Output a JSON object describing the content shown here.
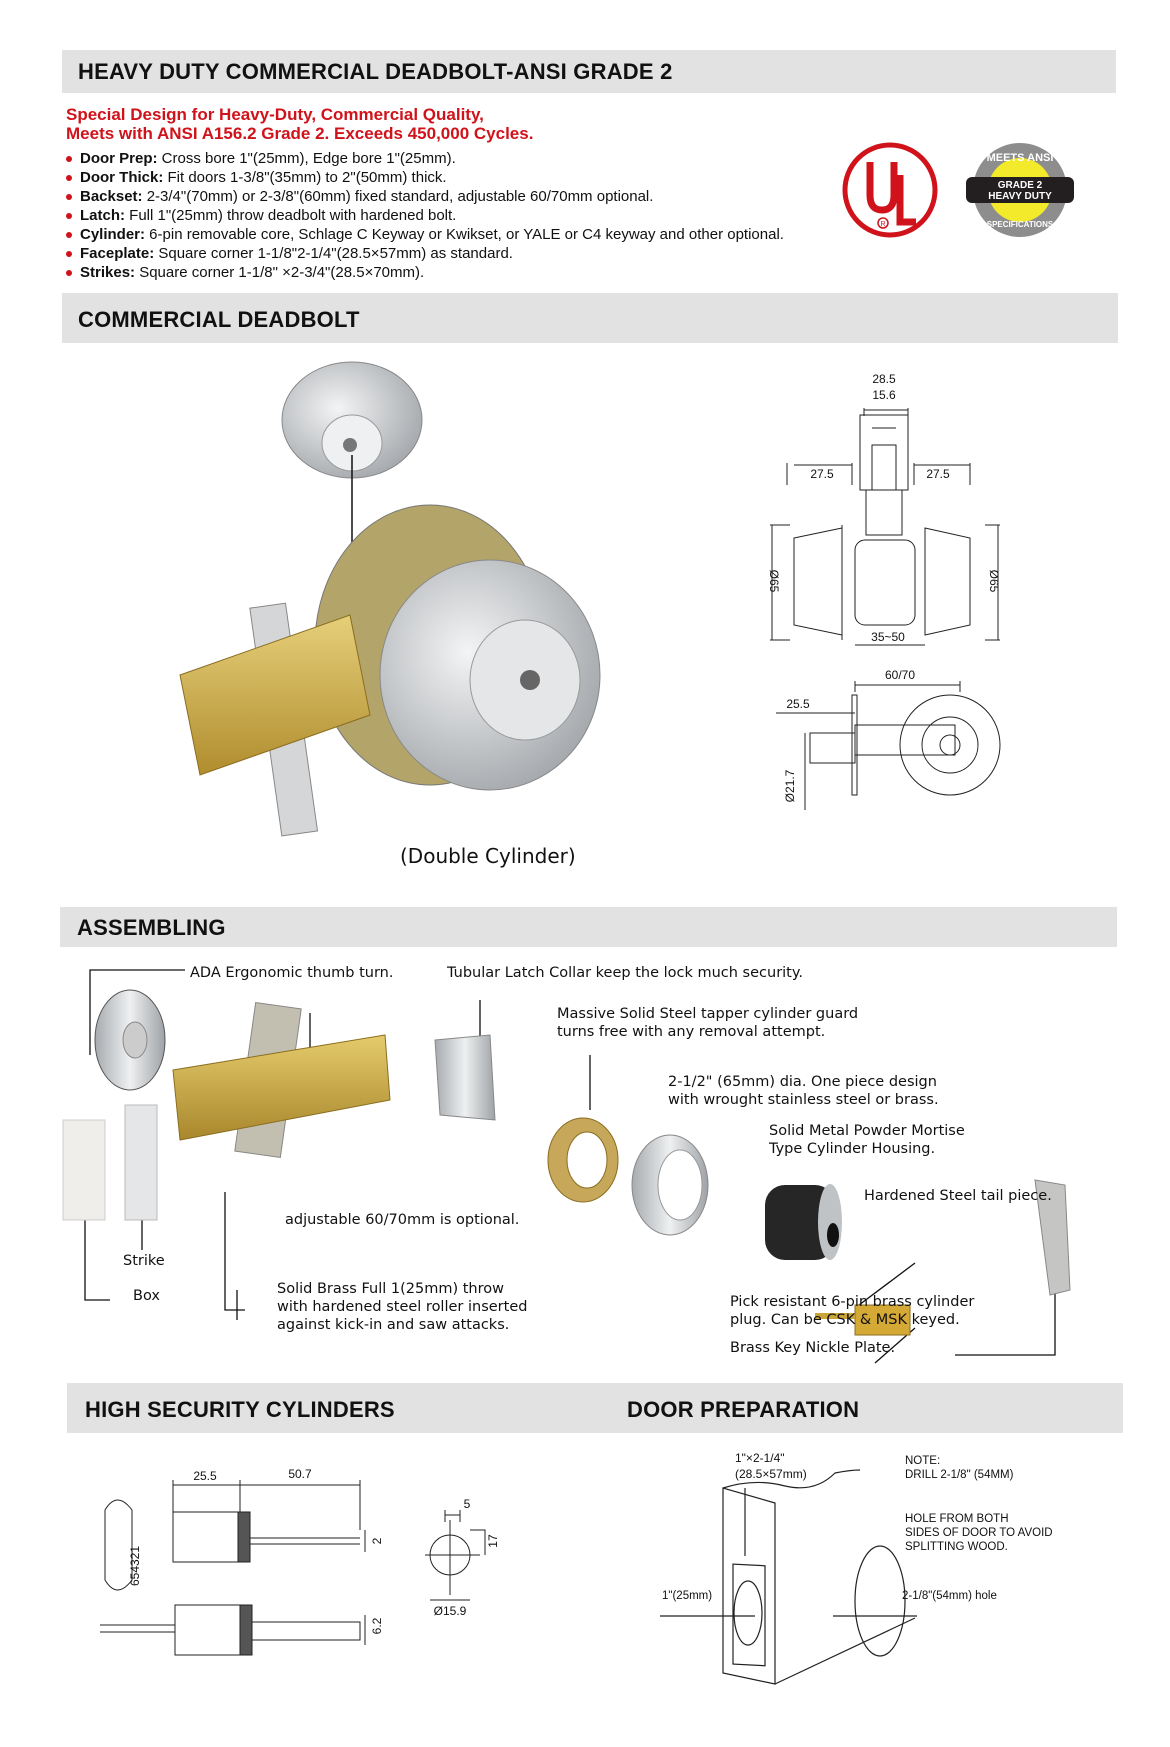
{
  "sections": {
    "header1": "HEAVY DUTY COMMERCIAL DEADBOLT-ANSI GRADE 2",
    "header2": "COMMERCIAL DEADBOLT",
    "header3": "ASSEMBLING",
    "header4a": "HIGH SECURITY CYLINDERS",
    "header4b": "DOOR PREPARATION"
  },
  "intro": {
    "line1": "Special Design for Heavy-Duty, Commercial Quality,",
    "line2": "Meets with ANSI A156.2 Grade 2. Exceeds 450,000 Cycles."
  },
  "specs": [
    {
      "label": "Door Prep:",
      "text": " Cross bore 1\"(25mm), Edge bore 1\"(25mm)."
    },
    {
      "label": "Door Thick:",
      "text": " Fit doors 1-3/8\"(35mm) to 2\"(50mm) thick."
    },
    {
      "label": "Backset:",
      "text": " 2-3/4\"(70mm) or 2-3/8\"(60mm) fixed standard, adjustable 60/70mm optional."
    },
    {
      "label": "Latch:",
      "text": " Full 1\"(25mm) throw deadbolt with hardened bolt."
    },
    {
      "label": "Cylinder:",
      "text": " 6-pin removable core, Schlage C Keyway or Kwikset, or YALE or C4 keyway and other optional."
    },
    {
      "label": "Faceplate:",
      "text": " Square corner 1-1/8\"2-1/4\"(28.5×57mm) as standard."
    },
    {
      "label": "Strikes:",
      "text": " Square corner 1-1/8\" ×2-3/4\"(28.5×70mm)."
    }
  ],
  "badges": {
    "ul": "UL",
    "ansi_top": "MEETS ANSI",
    "ansi_mid1": "GRADE 2",
    "ansi_mid2": "HEAVY DUTY",
    "ansi_bottom": "SPECIFICATIONS"
  },
  "product": {
    "caption": "(Double Cylinder)"
  },
  "drawing_dims": {
    "top_width": "28.5",
    "top_inner": "15.6",
    "left_depth": "27.5",
    "right_depth": "27.5",
    "left_dia": "Ø65",
    "right_dia": "Ø65",
    "door_range": "35~50",
    "backset": "60/70",
    "bolt_throw": "25.5",
    "bolt_dia": "Ø21.7"
  },
  "assembling": {
    "thumb_turn": "ADA Ergonomic thumb turn.",
    "collar": "Tubular Latch Collar keep the lock much security.",
    "guard1": "Massive Solid Steel tapper cylinder guard",
    "guard2": "turns free with any removal attempt.",
    "dia1": "2-1/2\" (65mm) dia. One piece design",
    "dia2": "with wrought stainless steel or brass.",
    "housing1": "Solid Metal Powder Mortise",
    "housing2": "Type Cylinder Housing.",
    "tail": "Hardened Steel tail piece.",
    "adjustable": "adjustable 60/70mm is optional.",
    "strike": "Strike",
    "box": "Box",
    "brass1": "Solid Brass Full 1(25mm) throw",
    "brass2": "with hardened steel roller inserted",
    "brass3": "against kick-in and saw attacks.",
    "pick1": "Pick resistant 6-pin brass cylinder",
    "pick2": "plug. Can be CSK & MSK keyed.",
    "key": "Brass Key Nickle Plate."
  },
  "cylinder_dims": {
    "a": "25.5",
    "b": "50.7",
    "c": "2",
    "d": "6.2",
    "e": "5",
    "f": "17",
    "g": "Ø15.9",
    "key_number": "654321"
  },
  "door_prep": {
    "face1": "1\"×2-1/4\"",
    "face2": "(28.5×57mm)",
    "note1": "NOTE:",
    "note2": "DRILL 2-1/8\" (54MM)",
    "note3": "HOLE FROM BOTH",
    "note4": "SIDES OF DOOR TO AVOID",
    "note5": "SPLITTING WOOD.",
    "edge": "1\"(25mm)",
    "hole": "2-1/8\"(54mm) hole"
  },
  "colors": {
    "accent_red": "#d0131b",
    "header_bg": "#e1e2e1",
    "brass": "#c9a43a",
    "steel": "#c8cacc",
    "badge_yellow": "#f2ea2a"
  }
}
